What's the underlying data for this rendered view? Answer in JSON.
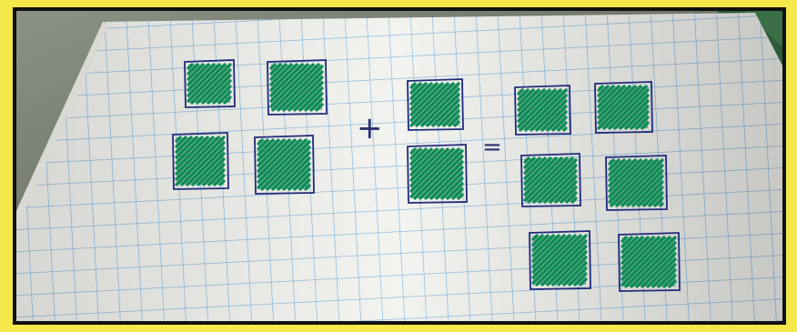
{
  "scene": {
    "description_free": true,
    "paper_color": "#f3f3ef",
    "grid_color": "#7ab3e0",
    "ink_color": "#1f2a7a",
    "hatch_color": "#0f8a55",
    "frame_color": "#f5e84a",
    "border_color": "#111111"
  },
  "equation": {
    "operand_a": 4,
    "operand_b": 2,
    "result": 6,
    "plus_symbol": "+",
    "equals_symbol": "="
  }
}
